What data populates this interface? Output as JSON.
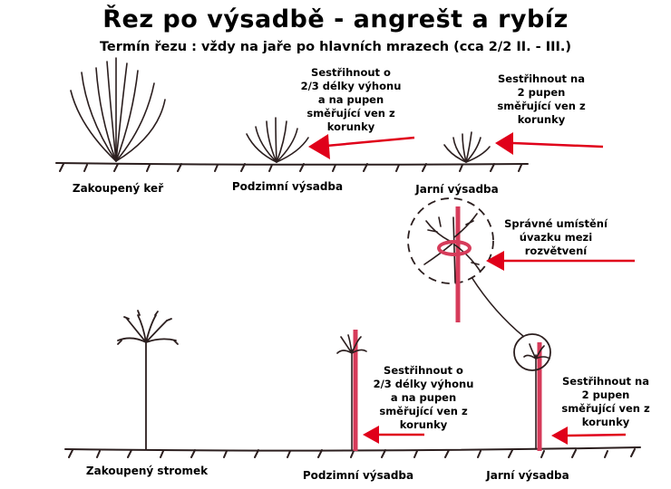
{
  "title": "Řez po výsadbě - angrešt a rybíz",
  "subtitle": "Termín řezu : vždy na jaře po hlavních mrazech (cca 2/2 II. - III.)",
  "labels": {
    "bought_bush": "Zakoupený keř",
    "autumn_planting_top": "Podzimní výsadba",
    "spring_planting_top": "Jarní výsadba",
    "bought_tree": "Zakoupený stromek",
    "autumn_planting_bottom": "Podzimní výsadba",
    "spring_planting_bottom": "Jarní výsadba"
  },
  "notes": {
    "cut_two_thirds_top": [
      "Sestřihnout o",
      "2/3 délky výhonu",
      "a na pupen",
      "směřující ven z",
      "korunky"
    ],
    "cut_two_buds_top": [
      "Sestřihnout  na",
      "2 pupen",
      "směřující ven z",
      "korunky"
    ],
    "tie_placement": [
      "Správné umístění",
      "úvazku mezi",
      "rozvětvení"
    ],
    "cut_two_thirds_bottom": [
      "Sestřihnout o",
      "2/3 délky výhonu",
      "a na pupen",
      "směřující ven z",
      "korunky"
    ],
    "cut_two_buds_bottom": [
      "Sestřihnout  na",
      "2 pupen",
      "směřující ven z",
      "korunky"
    ]
  },
  "colors": {
    "ink": "#000000",
    "ink_soft": "#2b1e1e",
    "arrow_red": "#e0001a",
    "stake_pink": "#d63b5a",
    "background": "#ffffff"
  },
  "icons": {
    "bush": "bush-icon",
    "tree": "tree-icon",
    "arrow": "arrow-left-icon",
    "stake": "support-stake-icon",
    "magnifier": "zoom-circle-icon"
  }
}
